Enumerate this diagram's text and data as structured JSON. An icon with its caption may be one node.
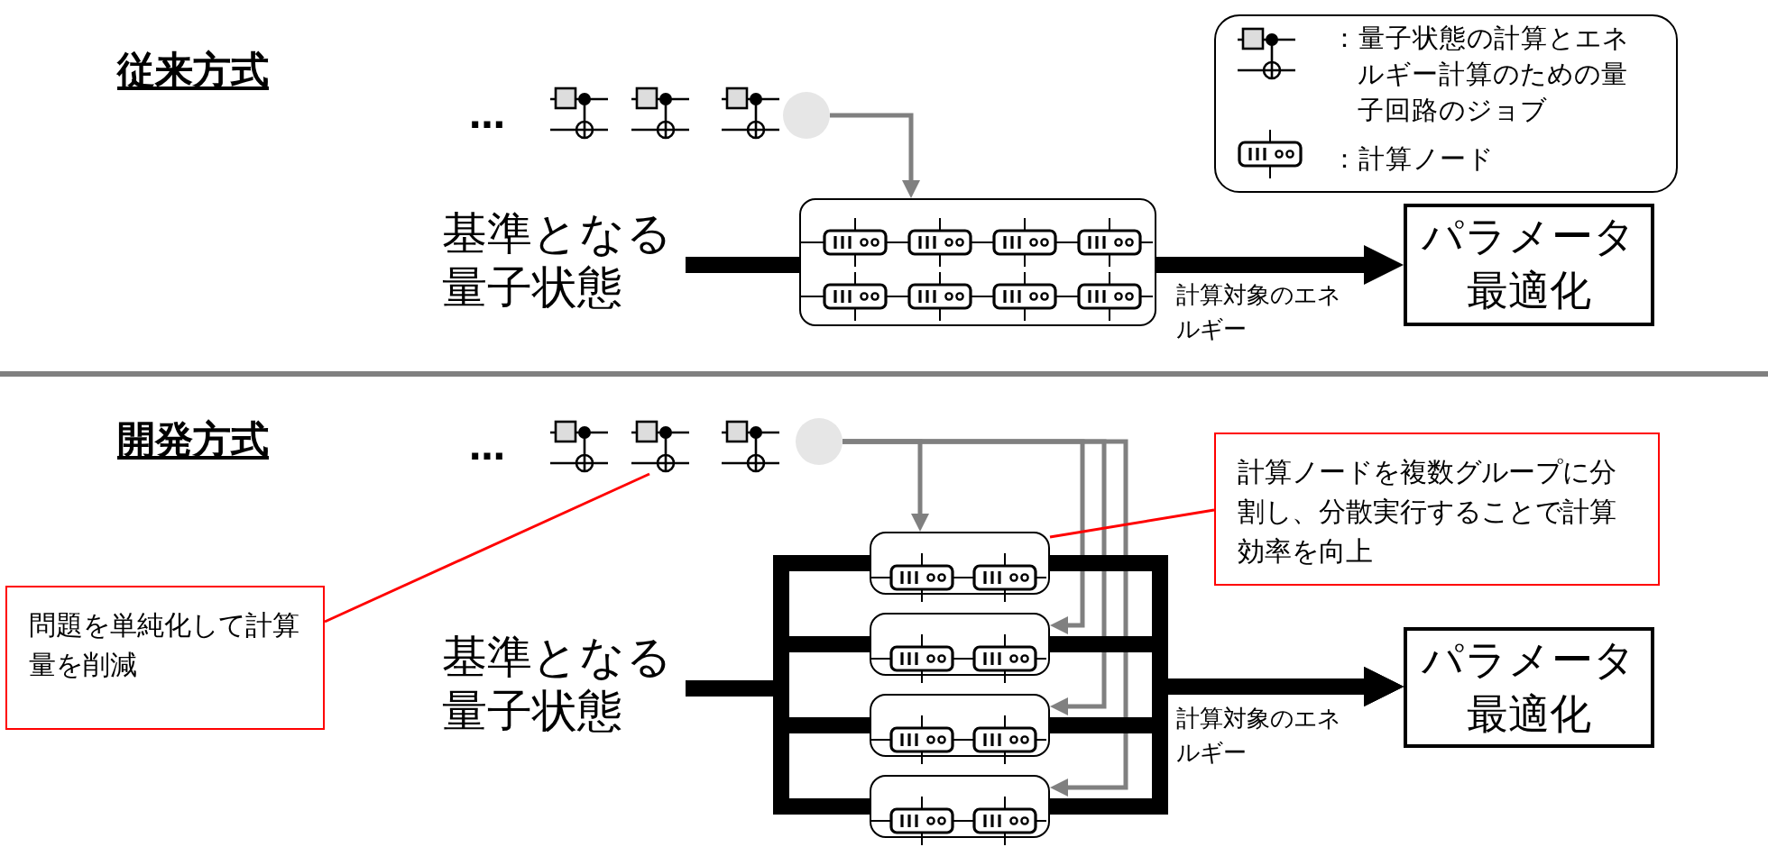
{
  "diagram": {
    "nodes": [
      {
        "text": [],
        "shape": "circle"
      },
      {
        "text": [],
        "shape": "box"
      },
      {
        "text": [
          "基準となる量子状態"
        ]
      },
      {
        "text": [
          "パラメータ最適化"
        ]
      },
      {
        "text": [],
        "shape": "circle"
      },
      {
        "text": [],
        "shape": "box"
      },
      {
        "text": [],
        "shape": "box"
      },
      {
        "text": [],
        "shape": "box"
      },
      {
        "text": [],
        "shape": "box"
      },
      {
        "text": [
          "基準となる量子状態"
        ]
      },
      {
        "text": [
          "パラメータ最適化"
        ]
      },
      {
        "text": [
          "問題を単純化して計算量を削減"
        ]
      },
      {
        "text": [
          "計算ノードを複数グループに分割し、分散実行することで計算効率を向上"
        ]
      },
      {
        "text": [],
        "shape": "picture"
      },
      {
        "text": [],
        "shape": "picture"
      },
      {
        "text": [],
        "shape": "picture"
      },
      {
        "text": [],
        "shape": "picture"
      },
      {
        "text": [],
        "shape": "picture"
      },
      {
        "text": [],
        "shape": "picture"
      }
    ],
    "edges": [
      {
        "from": 0,
        "to": 1,
        "arrow": "to",
        "color": "#808080"
      },
      {
        "from": 2,
        "to": 1,
        "arrow": "none"
      },
      {
        "from": 1,
        "to": 3,
        "arrow": "to",
        "label": "計算対象のエネルギー"
      },
      {
        "from": 4,
        "to": 5,
        "arrow": "to",
        "color": "#808080"
      },
      {
        "from": 4,
        "to": 6,
        "arrow": "to",
        "color": "#808080"
      },
      {
        "from": 4,
        "to": 7,
        "arrow": "to",
        "color": "#808080"
      },
      {
        "from": 4,
        "to": 8,
        "arrow": "to",
        "color": "#808080"
      },
      {
        "from": 9,
        "to": 5,
        "arrow": "none"
      },
      {
        "from": 9,
        "to": 6,
        "arrow": "none"
      },
      {
        "from": 9,
        "to": 7,
        "arrow": "none"
      },
      {
        "from": 9,
        "to": 8,
        "arrow": "none"
      },
      {
        "from": 5,
        "to": 10,
        "arrow": "to",
        "label": "計算対象のエネルギー"
      },
      {
        "from": 6,
        "to": 10,
        "arrow": "to"
      },
      {
        "from": 7,
        "to": 10,
        "arrow": "to"
      },
      {
        "from": 8,
        "to": 10,
        "arrow": "to"
      },
      {
        "from": 11,
        "to": 17,
        "arrow": "none",
        "color": "#ff0000"
      },
      {
        "from": 12,
        "to": 5,
        "arrow": "none",
        "color": "#ff0000"
      }
    ],
    "labels": [
      "従来方式",
      "…",
      "開発方式",
      "…"
    ],
    "legend": [
      {
        "text": "：量子状態の計算とエネルギー計算のための量子回路のジョブ"
      },
      {
        "text": "：計算ノード"
      }
    ]
  }
}
